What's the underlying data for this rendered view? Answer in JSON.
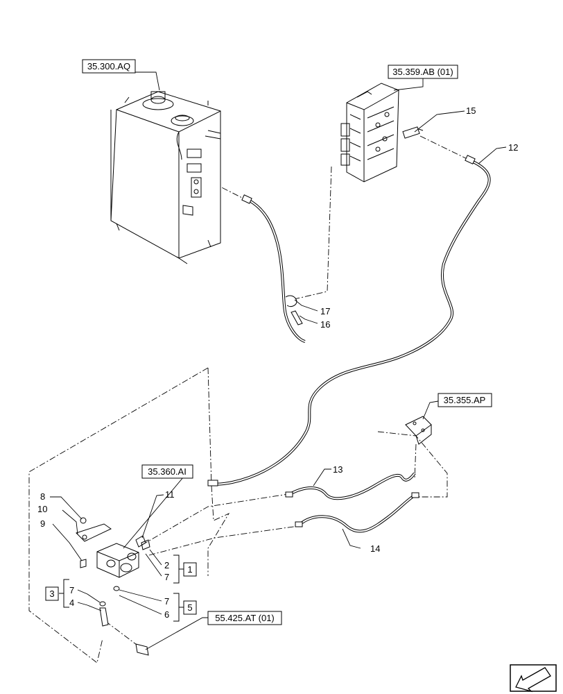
{
  "references": [
    {
      "id": "ref-tank",
      "text": "35.300.AQ"
    },
    {
      "id": "ref-valve-block",
      "text": "35.359.AB (01)"
    },
    {
      "id": "ref-bracket",
      "text": "35.355.AP"
    },
    {
      "id": "ref-solenoid",
      "text": "35.360.AI"
    },
    {
      "id": "ref-sensor",
      "text": "55.425.AT (01)"
    }
  ],
  "callouts": [
    {
      "id": "c15",
      "text": "15"
    },
    {
      "id": "c12",
      "text": "12"
    },
    {
      "id": "c17",
      "text": "17"
    },
    {
      "id": "c16",
      "text": "16"
    },
    {
      "id": "c13",
      "text": "13"
    },
    {
      "id": "c14",
      "text": "14"
    },
    {
      "id": "c8",
      "text": "8"
    },
    {
      "id": "c10",
      "text": "10"
    },
    {
      "id": "c9",
      "text": "9"
    },
    {
      "id": "c11",
      "text": "11"
    },
    {
      "id": "c2",
      "text": "2"
    },
    {
      "id": "c7a",
      "text": "7"
    },
    {
      "id": "c7b",
      "text": "7"
    },
    {
      "id": "c6",
      "text": "6"
    },
    {
      "id": "c7c",
      "text": "7"
    },
    {
      "id": "c4",
      "text": "4"
    }
  ],
  "kit_boxes": [
    {
      "id": "kit1",
      "text": "1"
    },
    {
      "id": "kit5",
      "text": "5"
    },
    {
      "id": "kit3",
      "text": "3"
    }
  ],
  "colors": {
    "line": "#000000",
    "background": "#ffffff"
  },
  "icons": [
    "next-page-arrow-icon"
  ]
}
